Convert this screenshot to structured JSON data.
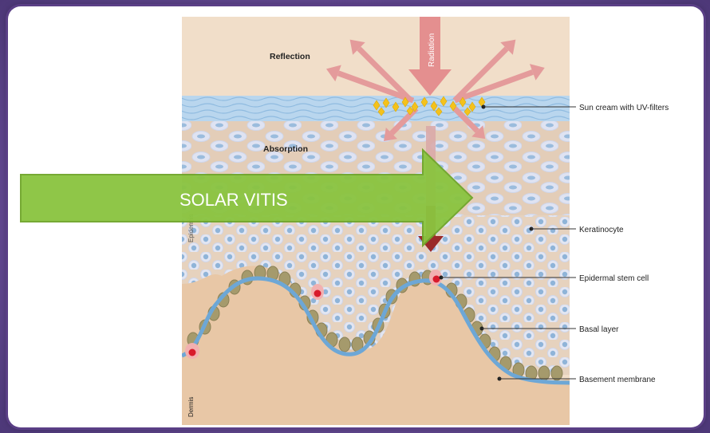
{
  "labels": {
    "reflection": "Reflection",
    "radiation": "Radiation",
    "absorption": "Absorption",
    "dermis": "Dermis",
    "epidermis": "Epidermis",
    "arrow_text": "SOLAR VITIS"
  },
  "callouts": [
    "Sun cream with UV-filters",
    "Keratinocyte",
    "Epidermal stem cell",
    "Basal layer",
    "Basement membrane"
  ],
  "colors": {
    "background_purple": "#6a4e9a",
    "skin_top": "#f2ddc6",
    "dermis": "#e9c9a8",
    "sunscreen_blue": "#9fc6e6",
    "keratinocyte": "#dde2f1",
    "nucleus": "#8fb4d8",
    "basal_cell": "#a59a6c",
    "membrane": "#6da7d6",
    "stem_cell_red": "#d81b2c",
    "radiation_arrow": "#e39b9b",
    "solar_arrow": "#8ac43f",
    "uv_filter_yellow": "#f4c21c"
  }
}
